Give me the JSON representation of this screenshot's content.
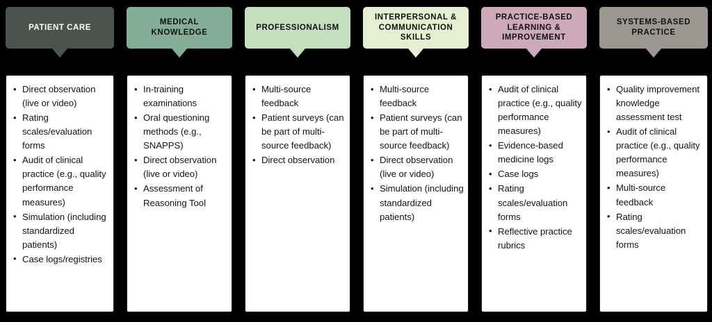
{
  "figure": {
    "type": "six-column-competency-table",
    "background_color": "#000000"
  },
  "columns": [
    {
      "id": "patient-care",
      "header": "PATIENT CARE",
      "header_color": "#4a534c",
      "header_text_color": "#ffffff",
      "items": [
        "Direct observation (live or video)",
        "Rating scales/evaluation forms",
        "Audit of clinical practice (e.g., quality performance measures)",
        "Simulation (including standardized patients)",
        "Case logs/registries"
      ]
    },
    {
      "id": "medical-knowledge",
      "header": "MEDICAL KNOWLEDGE",
      "header_color": "#84ad96",
      "header_text_color": "#111111",
      "items": [
        "In-training examinations",
        "Oral questioning methods (e.g., SNAPPS)",
        "Direct observation (live or video)",
        "Assessment of Reasoning Tool"
      ]
    },
    {
      "id": "professionalism",
      "header": "PROFESSIONALISM",
      "header_color": "#c3dfbe",
      "header_text_color": "#111111",
      "items": [
        "Multi-source feedback",
        "Patient surveys (can be part of multi-source feedback)",
        "Direct observation"
      ]
    },
    {
      "id": "interpersonal-communication-skills",
      "header": "INTERPERSONAL & COMMUNICATION SKILLS",
      "header_color": "#e5efd1",
      "header_text_color": "#111111",
      "items": [
        "Multi-source feedback",
        "Patient surveys (can be part of multi-source feedback)",
        "Direct observation (live or video)",
        "Simulation (including standardized patients)"
      ]
    },
    {
      "id": "practice-based-learning-improvement",
      "header": "PRACTICE-BASED LEARNING & IMPROVEMENT",
      "header_color": "#ccaab9",
      "header_text_color": "#111111",
      "items": [
        "Audit of clinical practice (e.g., quality performance measures)",
        "Evidence-based medicine logs",
        "Case logs",
        "Rating scales/evaluation forms",
        "Reflective practice rubrics"
      ]
    },
    {
      "id": "systems-based-practice",
      "header": "SYSTEMS-BASED PRACTICE",
      "header_color": "#9c9791",
      "header_text_color": "#111111",
      "items": [
        "Quality improvement knowledge assessment test",
        "Audit of clinical practice (e.g., quality performance measures)",
        "Multi-source feedback",
        "Rating scales/evaluation forms"
      ]
    }
  ]
}
